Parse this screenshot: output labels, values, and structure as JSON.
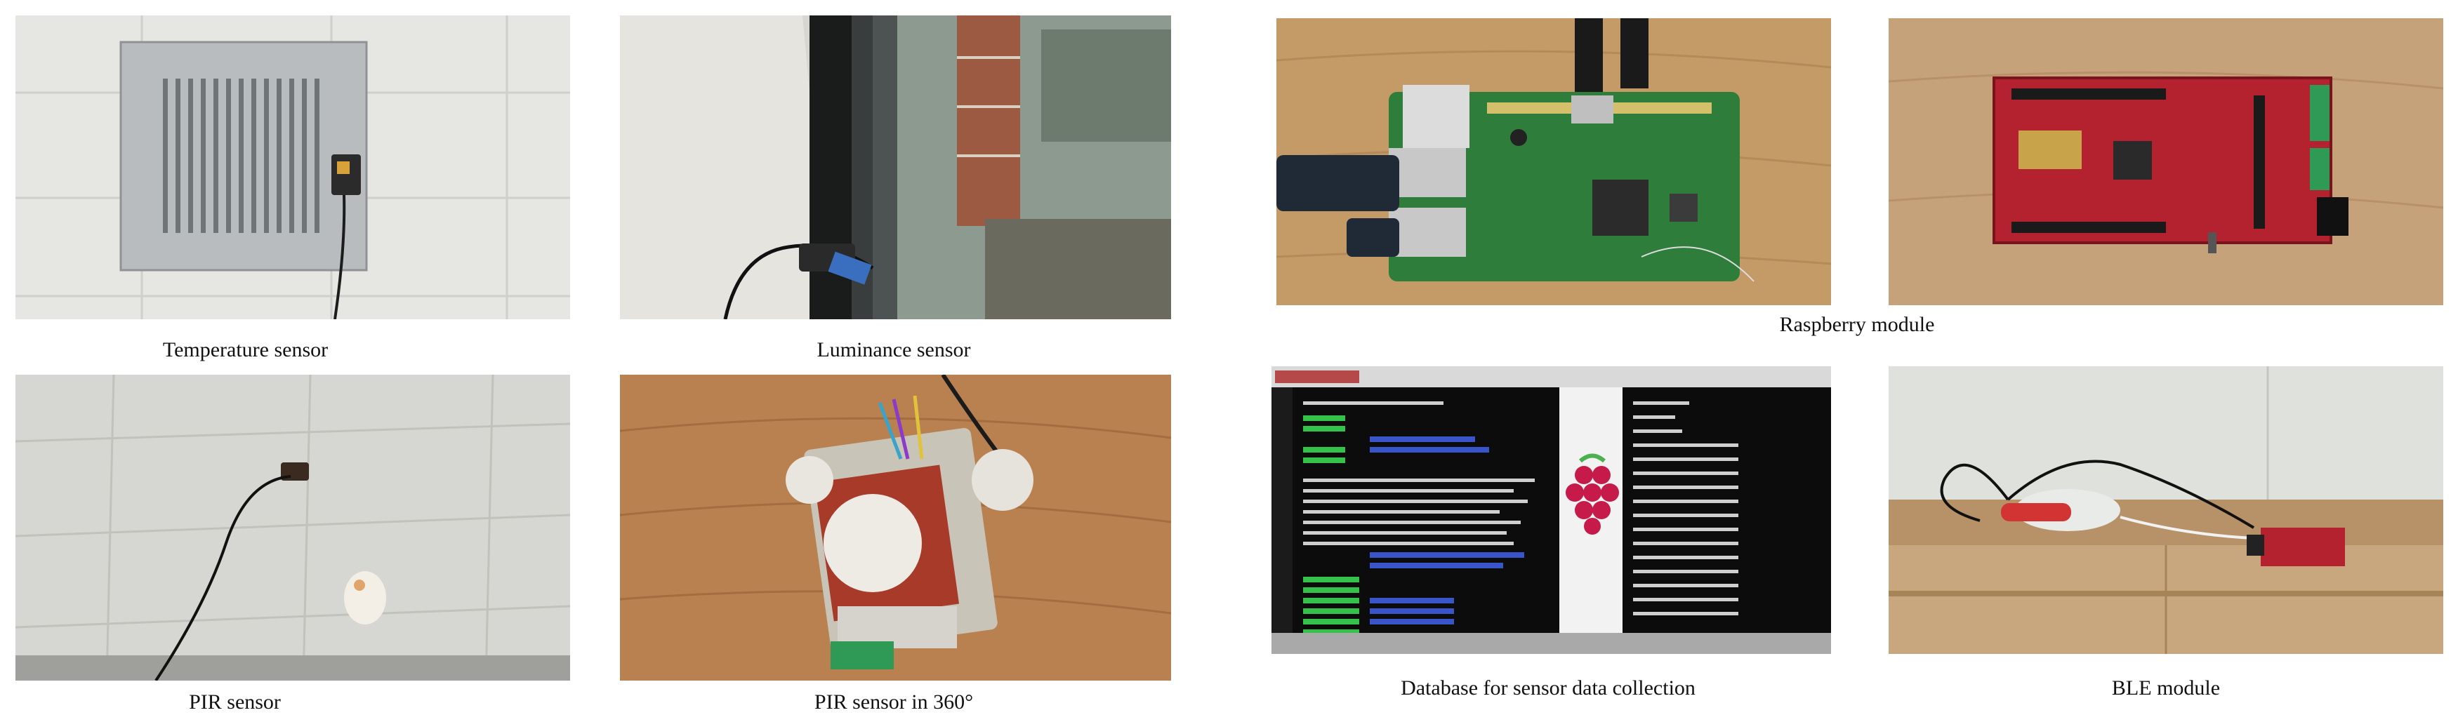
{
  "captions": {
    "temperature": "Temperature sensor",
    "luminance": "Luminance sensor",
    "pir": "PIR sensor",
    "pir360": "PIR sensor in 360°",
    "raspberry": "Raspberry module",
    "database": "Database for sensor data collection",
    "ble": "BLE module"
  },
  "colors": {
    "background": "#ffffff",
    "caption_text": "#111111",
    "pcb_green": "#2e7d3a",
    "pcb_red": "#b3222e",
    "terminal_green": "#35c24a",
    "terminal_blue": "#3a54c9",
    "raspberry_logo": "#c51a4a"
  }
}
